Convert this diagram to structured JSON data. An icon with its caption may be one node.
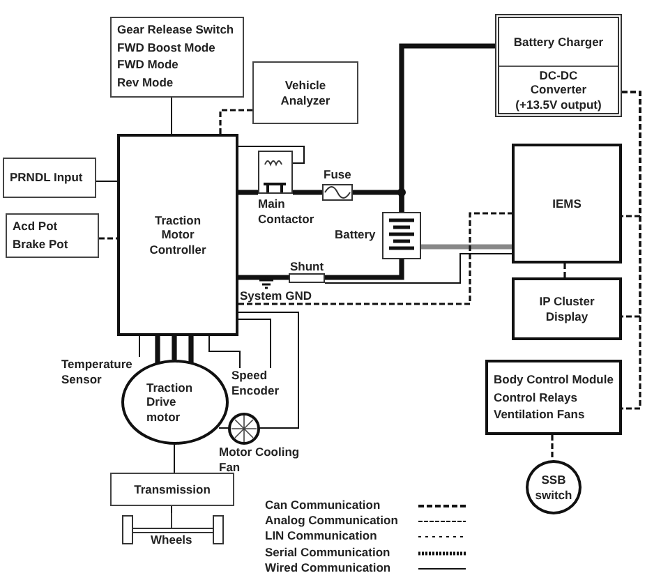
{
  "diagram": {
    "nodes": [
      {
        "text": [
          "Gear Release Switch",
          "FWD Boost Mode",
          "FWD Mode",
          "Rev Mode"
        ]
      },
      {
        "text": [
          "Vehicle Analyzer"
        ]
      },
      {
        "text": [
          "PRNDL Input"
        ]
      },
      {
        "text": [
          "Acd Pot",
          "Brake Pot"
        ]
      },
      {
        "text": [
          "Traction Motor Controller"
        ]
      },
      {
        "text": [
          "Main Contactor"
        ]
      },
      {
        "text": [
          "Fuse"
        ]
      },
      {
        "text": [
          "Battery"
        ]
      },
      {
        "text": [
          "Shunt"
        ]
      },
      {
        "text": [
          "System GND"
        ]
      },
      {
        "text": [
          "Battery Charger",
          "DC-DC Converter (+13.5V output)"
        ]
      },
      {
        "text": [
          "IEMS"
        ]
      },
      {
        "text": [
          "IP Cluster Display"
        ]
      },
      {
        "text": [
          "Body Control Module",
          "Control Relays",
          "Ventilation Fans"
        ]
      },
      {
        "text": [
          "SSB switch"
        ]
      },
      {
        "text": [
          "Traction Drive motor"
        ]
      },
      {
        "text": [
          "Temperature Sensor"
        ]
      },
      {
        "text": [
          "Speed Encoder"
        ]
      },
      {
        "text": [
          "Motor Cooling Fan"
        ]
      },
      {
        "text": [
          "Transmission"
        ]
      },
      {
        "text": [
          "Wheels"
        ]
      }
    ],
    "edges": [
      {
        "from": 0,
        "to": 4,
        "arrow": "none"
      },
      {
        "from": 1,
        "to": 4,
        "arrow": "none",
        "style": "dashed"
      },
      {
        "from": 2,
        "to": 4,
        "arrow": "none"
      },
      {
        "from": 3,
        "to": 4,
        "arrow": "none",
        "style": "dashed"
      },
      {
        "from": 4,
        "to": 5,
        "arrow": "none"
      },
      {
        "from": 4,
        "to": 5,
        "arrow": "none",
        "style": "thick"
      },
      {
        "from": 5,
        "to": 6,
        "arrow": "none",
        "style": "thick"
      },
      {
        "from": 6,
        "to": 7,
        "arrow": "none",
        "style": "thick"
      },
      {
        "from": 7,
        "to": 10,
        "arrow": "none",
        "style": "thick"
      },
      {
        "from": 7,
        "to": 8,
        "arrow": "none",
        "style": "thick"
      },
      {
        "from": 8,
        "to": 4,
        "arrow": "none",
        "style": "thick"
      },
      {
        "from": 7,
        "to": 11,
        "arrow": "none",
        "style": "thick",
        "color": "#888888"
      },
      {
        "from": 8,
        "to": 11,
        "arrow": "none"
      },
      {
        "from": 4,
        "to": 11,
        "arrow": "none",
        "style": "dashed"
      },
      {
        "from": 11,
        "to": 12,
        "arrow": "none",
        "style": "dashed"
      },
      {
        "from": 10,
        "to": 11,
        "arrow": "none",
        "style": "dashed"
      },
      {
        "from": 10,
        "to": 12,
        "arrow": "none",
        "style": "dashed"
      },
      {
        "from": 10,
        "to": 13,
        "arrow": "none",
        "style": "dashed"
      },
      {
        "from": 13,
        "to": 14,
        "arrow": "none",
        "style": "dashed"
      },
      {
        "from": 4,
        "to": 15,
        "arrow": "none",
        "style": "thick"
      },
      {
        "from": 4,
        "to": 15,
        "arrow": "none",
        "style": "thick"
      },
      {
        "from": 4,
        "to": 15,
        "arrow": "none",
        "style": "thick"
      },
      {
        "from": 4,
        "to": 16,
        "arrow": "none"
      },
      {
        "from": 4,
        "to": 17,
        "arrow": "none"
      },
      {
        "from": 4,
        "to": 17,
        "arrow": "none"
      },
      {
        "from": 4,
        "to": 18,
        "arrow": "none"
      },
      {
        "from": 15,
        "to": 19,
        "arrow": "none"
      },
      {
        "from": 19,
        "to": 20,
        "arrow": "none"
      }
    ],
    "legend": [
      {
        "text": "Can Communication"
      },
      {
        "text": "Analog Communication"
      },
      {
        "text": "LIN Communication"
      },
      {
        "text": "Serial Communication"
      },
      {
        "text": "Wired Communication"
      }
    ]
  }
}
